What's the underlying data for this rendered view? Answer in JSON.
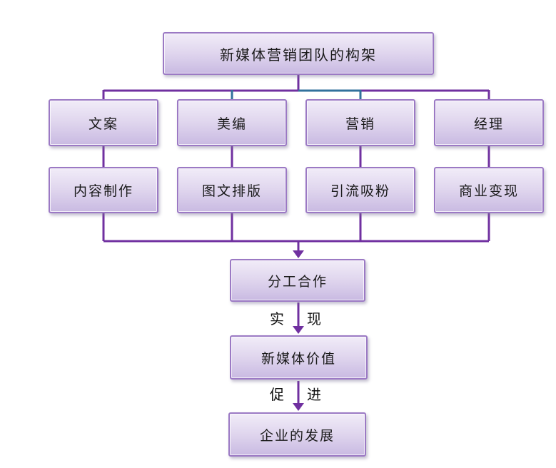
{
  "diagram": {
    "title": "新媒体营销团队的构架",
    "columns": [
      {
        "role": "文案",
        "task": "内容制作"
      },
      {
        "role": "美编",
        "task": "图文排版"
      },
      {
        "role": "营销",
        "task": "引流吸粉"
      },
      {
        "role": "经理",
        "task": "商业变现"
      }
    ],
    "merge_node": "分工合作",
    "flow": [
      {
        "label_left": "实",
        "label_right": "现",
        "target": "新媒体价值"
      },
      {
        "label_left": "促",
        "label_right": "进",
        "target": "企业的发展"
      }
    ]
  },
  "colors": {
    "connector_purple": "#7030a0",
    "connector_blue": "#31719c",
    "box_border": "#9b79c4",
    "box_fill_top": "#f1ecf8",
    "box_fill_mid": "#e0d6ee",
    "box_fill_bottom": "#c9bae2",
    "text": "#1a1a1a",
    "background": "#ffffff"
  }
}
